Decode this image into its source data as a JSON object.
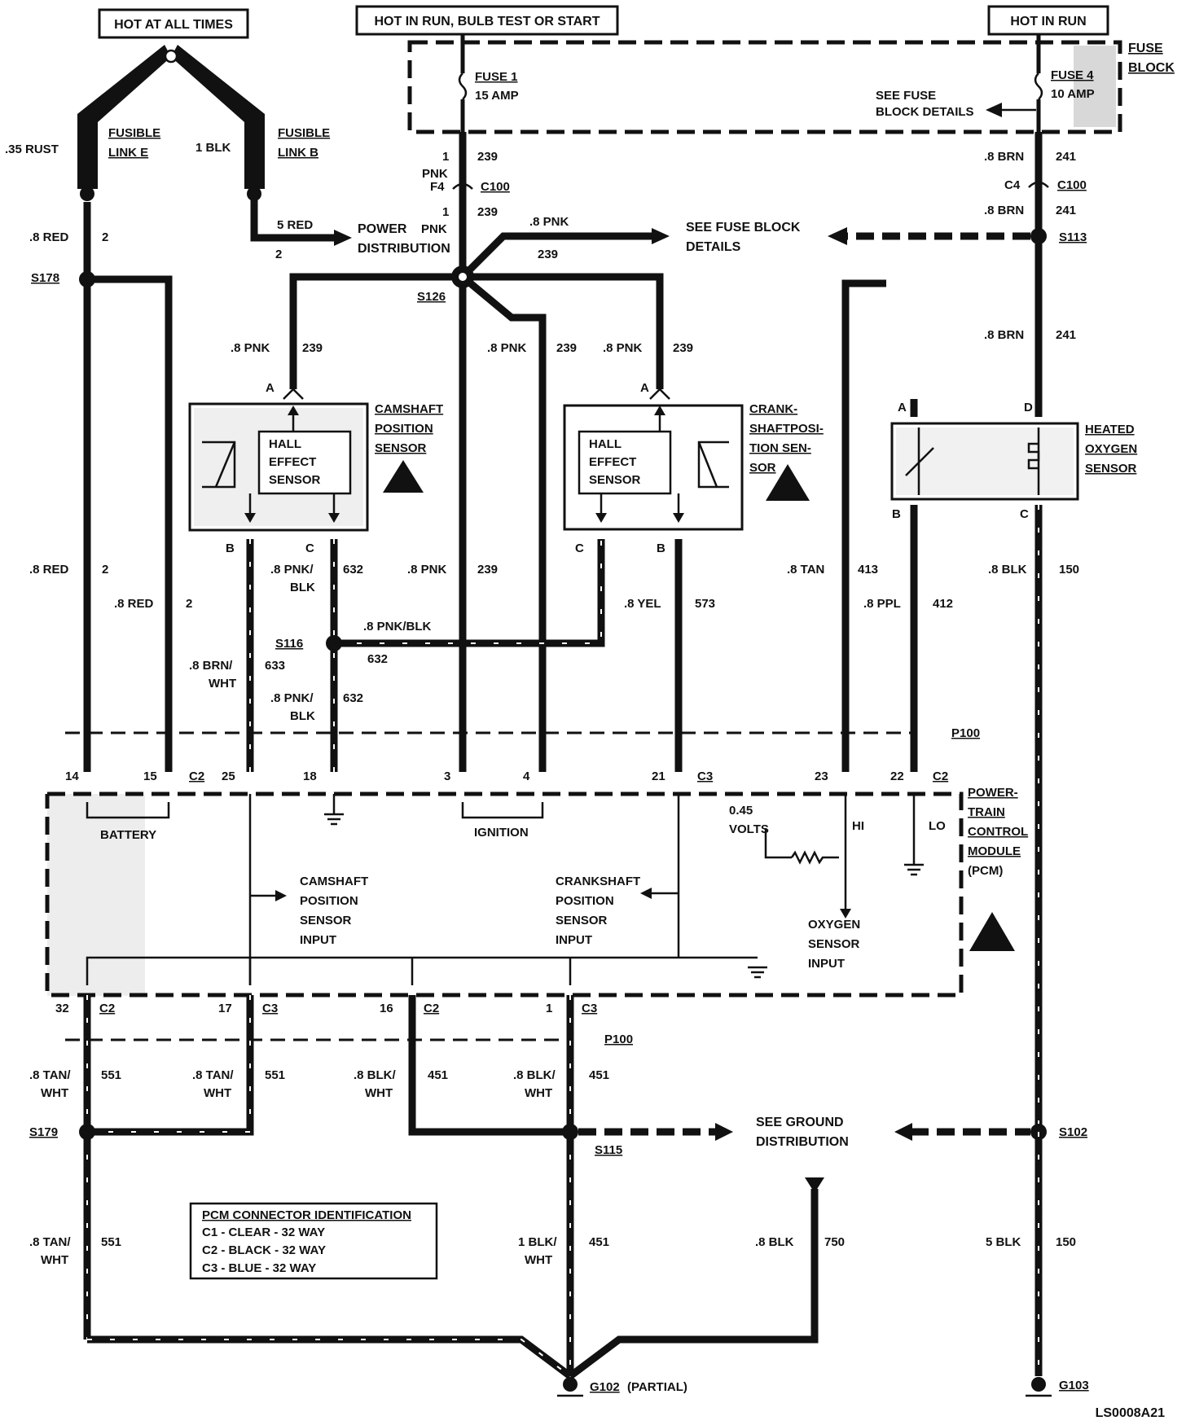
{
  "diagram_id": "LS0008A21",
  "headers": {
    "hot_all_times": "HOT AT ALL TIMES",
    "hot_run_bulb": "HOT IN RUN, BULB TEST OR START",
    "hot_run": "HOT IN RUN"
  },
  "fuse_block": {
    "label_1": "FUSE",
    "label_2": "BLOCK",
    "fuse1_name": "FUSE 1",
    "fuse1_amp": "15 AMP",
    "fuse4_name": "FUSE 4",
    "fuse4_amp": "10 AMP",
    "details_1": "SEE FUSE",
    "details_2": "BLOCK DETAILS"
  },
  "fusible_links": {
    "link_e_1": "FUSIBLE",
    "link_e_2": "LINK E",
    "link_b_1": "FUSIBLE",
    "link_b_2": "LINK B",
    "rust": ".35 RUST",
    "blk": "1 BLK"
  },
  "power_dist": {
    "label_1": "POWER",
    "label_2": "DISTRIBUTION",
    "wire_color": "5 RED",
    "circuit": "2",
    "pnk": "PNK"
  },
  "fuse_block_details": {
    "line_1": "SEE FUSE BLOCK",
    "line_2": "DETAILS",
    "wire": ".8 PNK",
    "circuit": "239"
  },
  "splices": {
    "s178": "S178",
    "s126": "S126",
    "s113": "S113",
    "s116": "S116",
    "s179": "S179",
    "s115": "S115",
    "s102": "S102"
  },
  "connectors": {
    "c100": "C100",
    "p100": "P100",
    "c2": "C2",
    "c3": "C3",
    "f4": "F4",
    "c4": "C4"
  },
  "wires": {
    "red_08": ".8 RED",
    "pnk_08": ".8 PNK",
    "brn_08": ".8 BRN",
    "pnk_blk_08": ".8 PNK/",
    "pnk_blk_full": ".8 PNK/BLK",
    "blk_suffix": "BLK",
    "brn_wht_08": ".8 BRN/",
    "wht_suffix": "WHT",
    "yel_08": ".8 YEL",
    "tan_08": ".8 TAN",
    "ppl_08": ".8 PPL",
    "blk_08": ".8 BLK",
    "tan_wht_08": ".8 TAN/",
    "blk_wht_08": ".8 BLK/",
    "blk_wht_1": "1 BLK/",
    "blk_5": "5 BLK",
    "c2": "2",
    "c239": "239",
    "c241": "241",
    "c632": "632",
    "c633": "633",
    "c573": "573",
    "c413": "413",
    "c412": "412",
    "c150": "150",
    "c551": "551",
    "c451": "451",
    "c750": "750",
    "one": "1"
  },
  "camshaft_sensor": {
    "title_1": "CAMSHAFT",
    "title_2": "POSITION",
    "title_3": "SENSOR",
    "hall_1": "HALL",
    "hall_2": "EFFECT",
    "hall_3": "SENSOR",
    "pin_a": "A",
    "pin_b": "B",
    "pin_c": "C"
  },
  "crankshaft_sensor": {
    "title_1": "CRANK-",
    "title_2": "SHAFTPOSI-",
    "title_3": "TION SEN-",
    "title_4": "SOR",
    "hall_1": "HALL",
    "hall_2": "EFFECT",
    "hall_3": "SENSOR",
    "pin_a": "A",
    "pin_b": "B",
    "pin_c": "C"
  },
  "oxygen_sensor": {
    "title_1": "HEATED",
    "title_2": "OXYGEN",
    "title_3": "SENSOR",
    "pin_a": "A",
    "pin_b": "B",
    "pin_c": "C",
    "pin_d": "D"
  },
  "pcm": {
    "title_1": "POWER-",
    "title_2": "TRAIN",
    "title_3": "CONTROL",
    "title_4": "MODULE",
    "title_5": "(PCM)",
    "battery": "BATTERY",
    "ignition": "IGNITION",
    "volts_1": "0.45",
    "volts_2": "VOLTS",
    "hi": "HI",
    "lo": "LO",
    "cam_in_1": "CAMSHAFT",
    "cam_in_2": "POSITION",
    "cam_in_3": "SENSOR",
    "cam_in_4": "INPUT",
    "crank_in_1": "CRANKSHAFT",
    "crank_in_2": "POSITION",
    "crank_in_3": "SENSOR",
    "crank_in_4": "INPUT",
    "o2_in_1": "OXYGEN",
    "o2_in_2": "SENSOR",
    "o2_in_3": "INPUT",
    "pins_top": [
      "14",
      "15",
      "25",
      "18",
      "3",
      "4",
      "21",
      "23",
      "22"
    ],
    "pins_bottom": [
      "32",
      "17",
      "16",
      "1"
    ]
  },
  "ground_dist": {
    "line_1": "SEE GROUND",
    "line_2": "DISTRIBUTION"
  },
  "pcm_connector_id": {
    "title": "PCM CONNECTOR IDENTIFICATION",
    "row1": "C1 - CLEAR -  32 WAY",
    "row2": "C2 - BLACK -  32 WAY",
    "row3": "C3 - BLUE -  32 WAY"
  },
  "grounds": {
    "g102": "G102",
    "g102_note": "(PARTIAL)",
    "g103": "G103"
  }
}
